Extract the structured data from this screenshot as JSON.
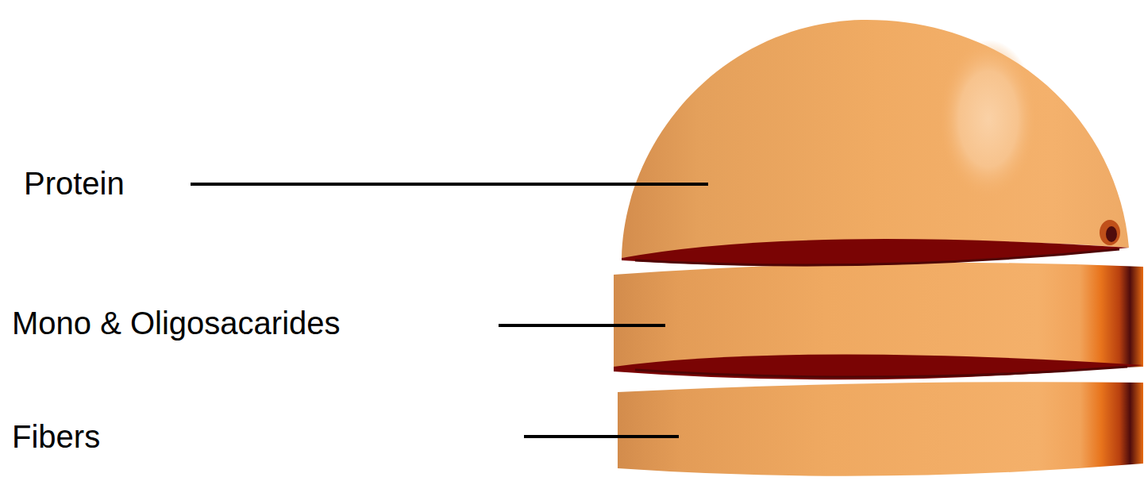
{
  "diagram": {
    "labels": [
      "Protein",
      "Mono & Oligosacarides",
      "Fibers"
    ]
  }
}
